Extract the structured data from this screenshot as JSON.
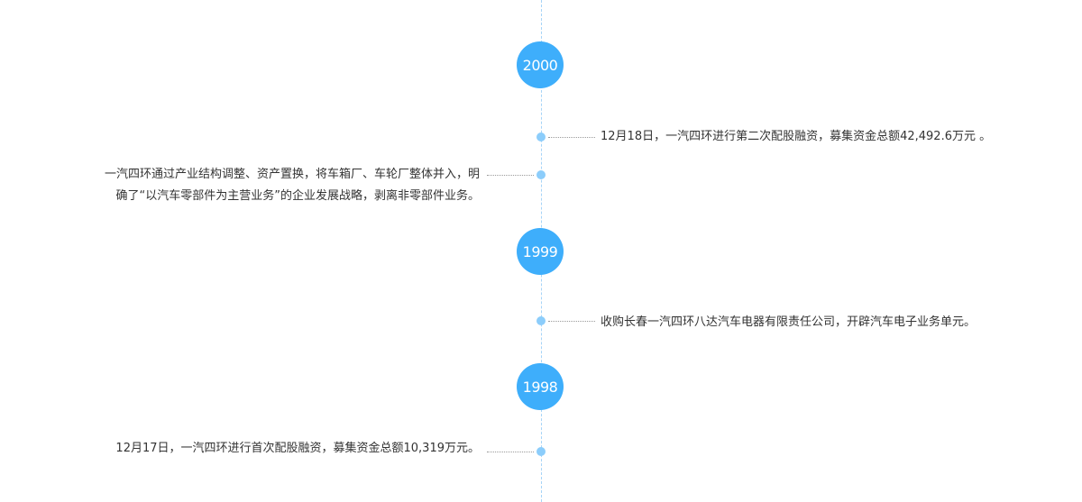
{
  "timeline": {
    "years": {
      "y2000": "2000",
      "y1999": "1999",
      "y1998": "1998"
    },
    "events": {
      "e1": "12月18日，一汽四环进行第二次配股融资，募集资金总额42,492.6万元 。",
      "e2": "一汽四环通过产业结构调整、资产置换，将车箱厂、车轮厂整体并入，明确了“以汽车零部件为主营业务”的企业发展战略，剥离非零部件业务。",
      "e3": "收购长春一汽四环八达汽车电器有限责任公司，开辟汽车电子业务单元。",
      "e4": "12月17日，一汽四环进行首次配股融资，募集资金总额10,319万元。"
    },
    "colors": {
      "badge": "#3eaefb",
      "dot": "#8ccdfb",
      "axis": "#a6d4f7",
      "text": "#333333"
    }
  }
}
